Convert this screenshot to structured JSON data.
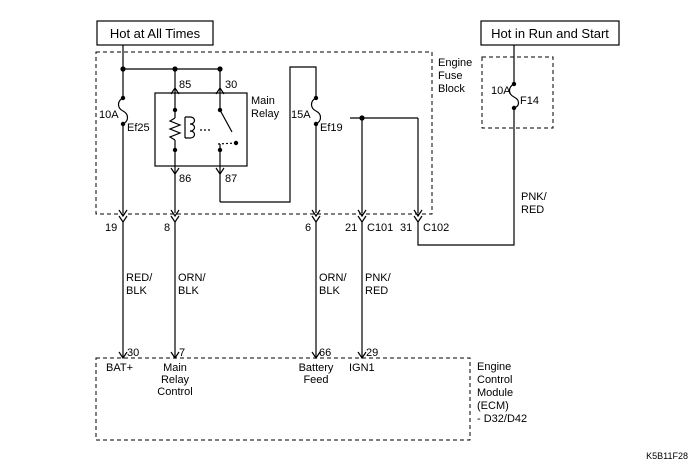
{
  "headers": {
    "hot_at_all_times": "Hot at All Times",
    "hot_in_run_start": "Hot in Run and Start"
  },
  "fuse_block": {
    "line1": "Engine",
    "line2": "Fuse",
    "line3": "Block"
  },
  "fuses": {
    "ef25": {
      "rating": "10A",
      "name": "Ef25"
    },
    "ef19": {
      "rating": "15A",
      "name": "Ef19"
    },
    "f14": {
      "rating": "10A",
      "name": "F14"
    }
  },
  "relay": {
    "name_line1": "Main",
    "name_line2": "Relay",
    "pin85": "85",
    "pin30": "30",
    "pin86": "86",
    "pin87": "87"
  },
  "connectors": {
    "pin19": "19",
    "pin8": "8",
    "pin6": "6",
    "pin21": "21",
    "c101": "C101",
    "pin31": "31",
    "c102": "C102"
  },
  "wires": {
    "red_blk_1": "RED/",
    "red_blk_2": "BLK",
    "orn_blk_a1": "ORN/",
    "orn_blk_a2": "BLK",
    "orn_blk_b1": "ORN/",
    "orn_blk_b2": "BLK",
    "pnk_red_a1": "PNK/",
    "pnk_red_a2": "RED",
    "pnk_red_b1": "PNK/",
    "pnk_red_b2": "RED"
  },
  "ecm": {
    "pin30": "30",
    "pin7": "7",
    "pin66": "66",
    "pin29": "29",
    "bat": "BAT+",
    "main_line1": "Main",
    "main_line2": "Relay",
    "main_line3": "Control",
    "batfeed_line1": "Battery",
    "batfeed_line2": "Feed",
    "ign1": "IGN1",
    "title_line1": "Engine",
    "title_line2": "Control",
    "title_line3": "Module",
    "title_line4": "(ECM)",
    "title_line5": "- D32/D42"
  },
  "figure_code": "K5B11F28"
}
